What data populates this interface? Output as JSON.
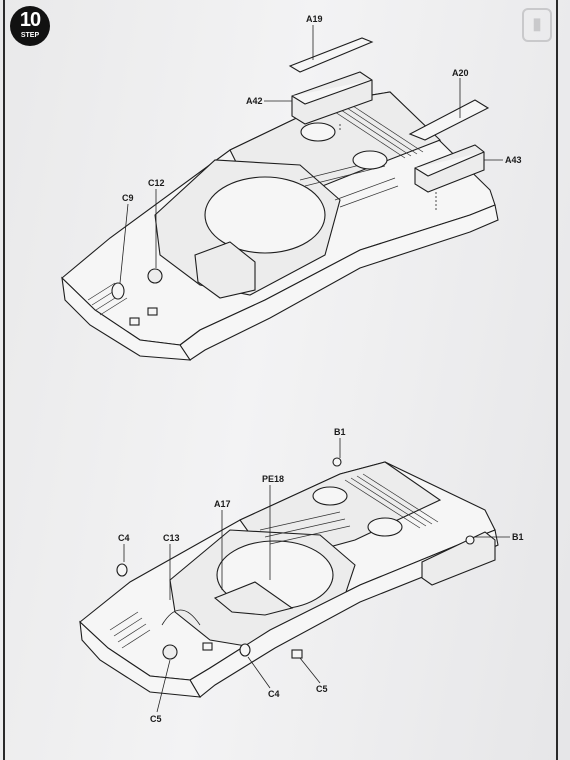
{
  "step": {
    "number": "10",
    "word": "STEP"
  },
  "corner_mark": "▮",
  "top_view": {
    "labels": {
      "a19": "A19",
      "a42": "A42",
      "a20": "A20",
      "a43": "A43",
      "c9": "C9",
      "c12": "C12"
    }
  },
  "bottom_view": {
    "labels": {
      "b1_top": "B1",
      "b1_right": "B1",
      "pe18": "PE18",
      "a17": "A17",
      "c4_left": "C4",
      "c13": "C13",
      "c5_left": "C5",
      "c4_mid": "C4",
      "c5_right": "C5"
    }
  }
}
